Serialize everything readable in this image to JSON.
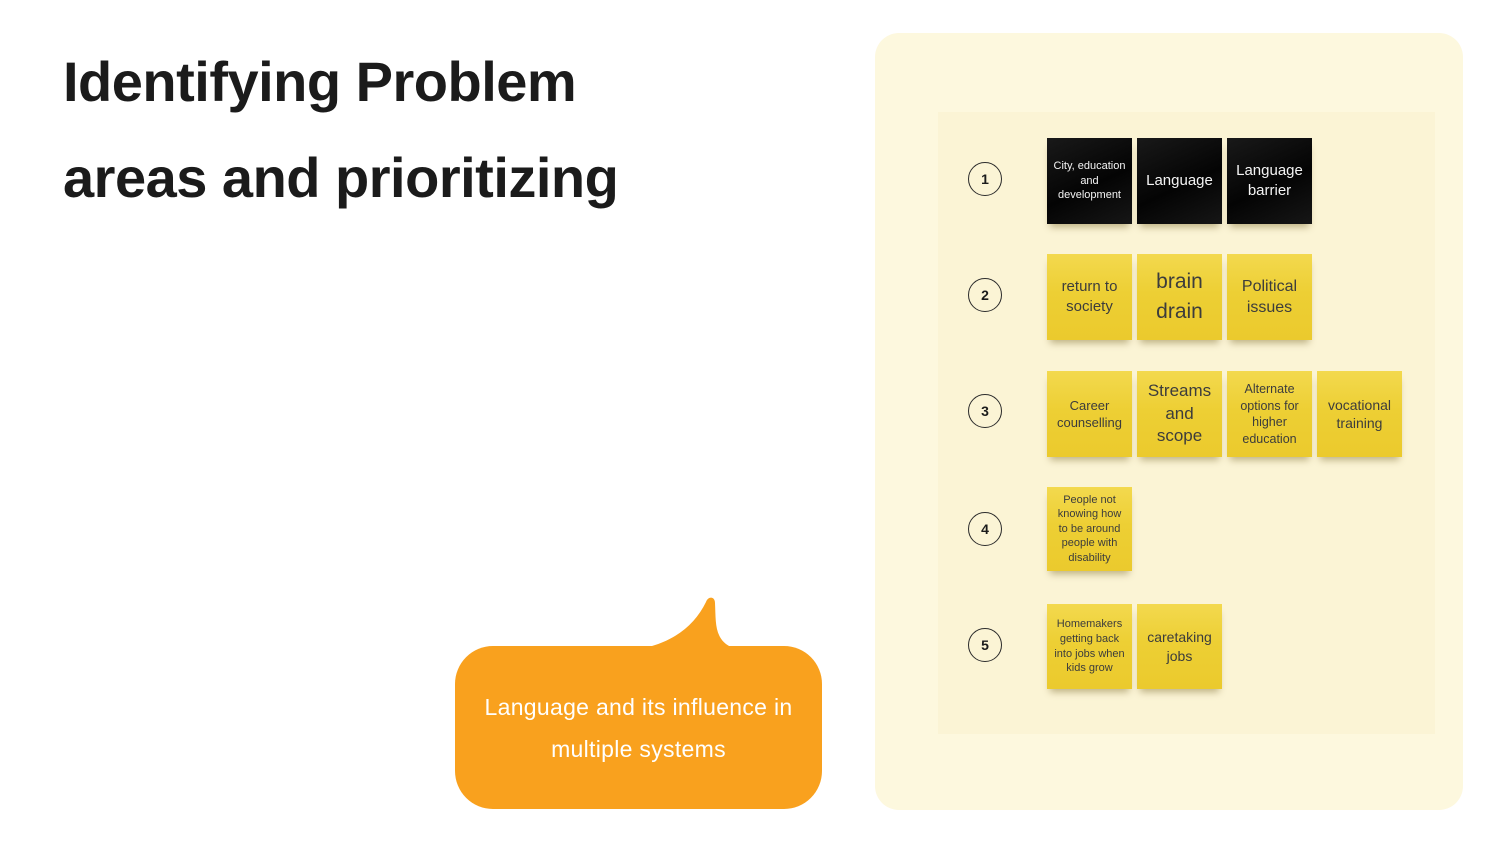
{
  "title": {
    "line1": "Identifying Problem",
    "line2": "areas and prioritizing"
  },
  "speech_bubble": {
    "line1": "Language and its influence in",
    "line2": "multiple systems"
  },
  "board": {
    "rows": [
      {
        "number": "1",
        "notes": [
          {
            "text": "City, education and development",
            "color": "black"
          },
          {
            "text": "Language",
            "color": "black"
          },
          {
            "text": "Language barrier",
            "color": "black"
          }
        ]
      },
      {
        "number": "2",
        "notes": [
          {
            "text": "return to society",
            "color": "yellow"
          },
          {
            "text": "brain drain",
            "color": "yellow"
          },
          {
            "text": "Political issues",
            "color": "yellow"
          }
        ]
      },
      {
        "number": "3",
        "notes": [
          {
            "text": "Career counselling",
            "color": "yellow"
          },
          {
            "text": "Streams and scope",
            "color": "yellow"
          },
          {
            "text": "Alternate options for higher education",
            "color": "yellow"
          },
          {
            "text": "vocational training",
            "color": "yellow"
          }
        ]
      },
      {
        "number": "4",
        "notes": [
          {
            "text": "People not knowing how to be around people with disability",
            "color": "yellow"
          }
        ]
      },
      {
        "number": "5",
        "notes": [
          {
            "text": "Homemakers getting back into jobs when kids grow",
            "color": "yellow"
          },
          {
            "text": "caretaking jobs",
            "color": "yellow"
          }
        ]
      }
    ]
  },
  "colors": {
    "bubble_orange": "#F9A11E",
    "panel_bg": "#FDF8DE",
    "board_inner_bg": "#FBF4D5",
    "sticky_yellow": "#EDCF33",
    "sticky_black": "#0A0A0A",
    "title_text": "#1B1B1B"
  }
}
